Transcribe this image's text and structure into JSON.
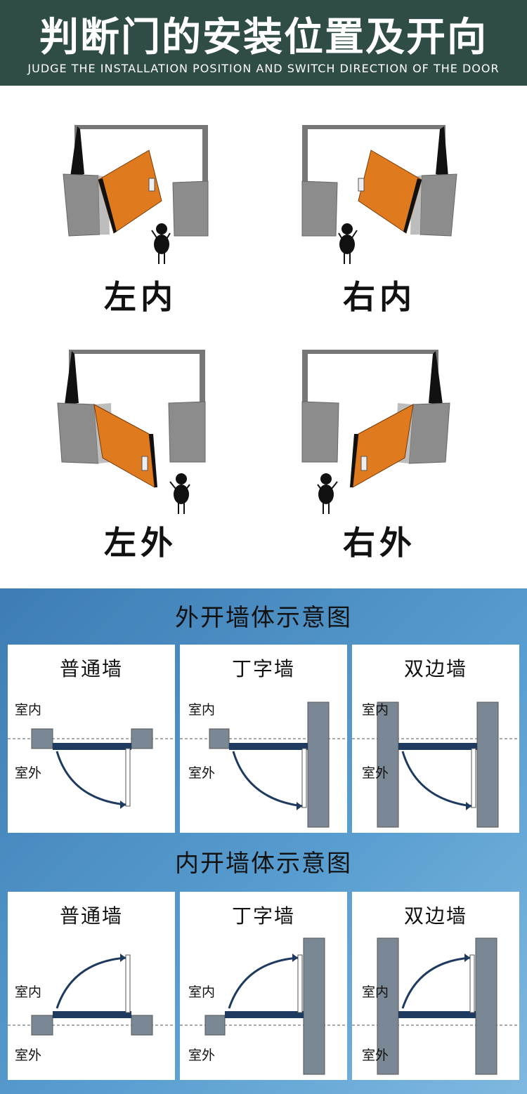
{
  "header": {
    "title": "判断门的安装位置及开向",
    "subtitle": "JUDGE THE INSTALLATION POSITION AND SWITCH DIRECTION OF THE DOOR"
  },
  "quadrants": [
    {
      "label": "左内"
    },
    {
      "label": "右内"
    },
    {
      "label": "左外"
    },
    {
      "label": "右外"
    }
  ],
  "outward_section": {
    "title": "外开墙体示意图",
    "cards": [
      {
        "title": "普通墙",
        "inside": "室内",
        "outside": "室外"
      },
      {
        "title": "丁字墙",
        "inside": "室内",
        "outside": "室外"
      },
      {
        "title": "双边墙",
        "inside": "室内",
        "outside": "室外"
      }
    ]
  },
  "inward_section": {
    "title": "内开墙体示意图",
    "cards": [
      {
        "title": "普通墙",
        "inside": "室内",
        "outside": "室外"
      },
      {
        "title": "丁字墙",
        "inside": "室内",
        "outside": "室外"
      },
      {
        "title": "双边墙",
        "inside": "室内",
        "outside": "室外"
      }
    ]
  },
  "colors": {
    "header_bg": "#2f4c47",
    "door_orange": "#e07a1f",
    "wall_gray": "#8c8c8c",
    "frame_navy": "#1e3a5f",
    "panel_blue": "#4a8ec6"
  }
}
